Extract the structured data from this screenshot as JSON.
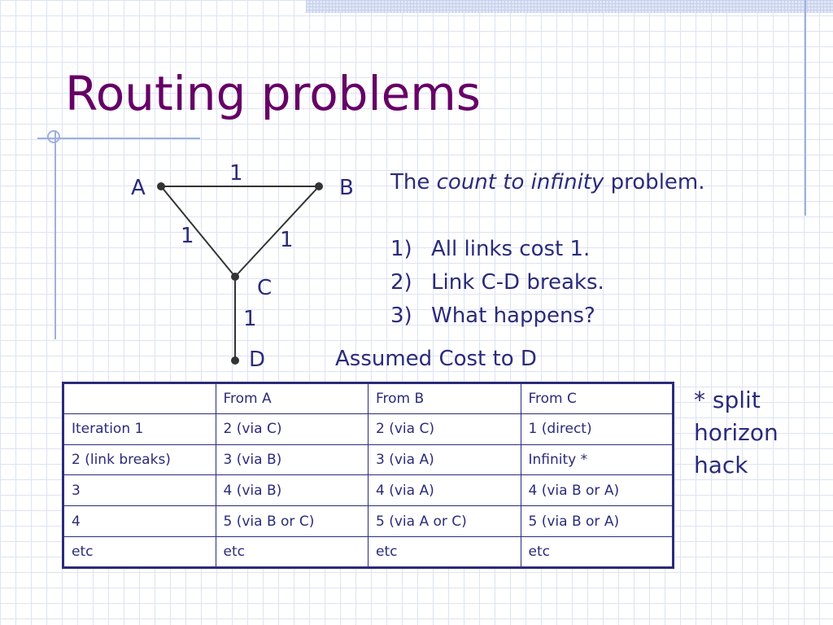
{
  "slide": {
    "title": "Routing problems"
  },
  "graph": {
    "nodes": [
      {
        "id": "A",
        "label": "A"
      },
      {
        "id": "B",
        "label": "B"
      },
      {
        "id": "C",
        "label": "C"
      },
      {
        "id": "D",
        "label": "D"
      }
    ],
    "edges": [
      {
        "from": "A",
        "to": "B",
        "cost": "1"
      },
      {
        "from": "A",
        "to": "C",
        "cost": "1"
      },
      {
        "from": "B",
        "to": "C",
        "cost": "1"
      },
      {
        "from": "C",
        "to": "D",
        "cost": "1"
      }
    ]
  },
  "problem": {
    "intro_prefix": "The ",
    "intro_emph": "count to infinity",
    "intro_suffix": " problem.",
    "steps": [
      {
        "num": "1)",
        "text": "All links cost 1."
      },
      {
        "num": "2)",
        "text": "Link C-D breaks."
      },
      {
        "num": "3)",
        "text": "What happens?"
      }
    ]
  },
  "table": {
    "caption": "Assumed Cost to D",
    "headers": [
      "",
      "From A",
      "From B",
      "From C"
    ],
    "rows": [
      [
        "Iteration 1",
        "2 (via C)",
        "2 (via C)",
        "1 (direct)"
      ],
      [
        "2 (link breaks)",
        "3 (via B)",
        "3 (via A)",
        "Infinity *"
      ],
      [
        "3",
        "4 (via B)",
        "4 (via A)",
        "4 (via B or A)"
      ],
      [
        "4",
        "5 (via B or C)",
        "5 (via A or C)",
        "5 (via B or A)"
      ],
      [
        "etc",
        "etc",
        "etc",
        "etc"
      ]
    ]
  },
  "note": {
    "text": "* split horizon hack"
  }
}
